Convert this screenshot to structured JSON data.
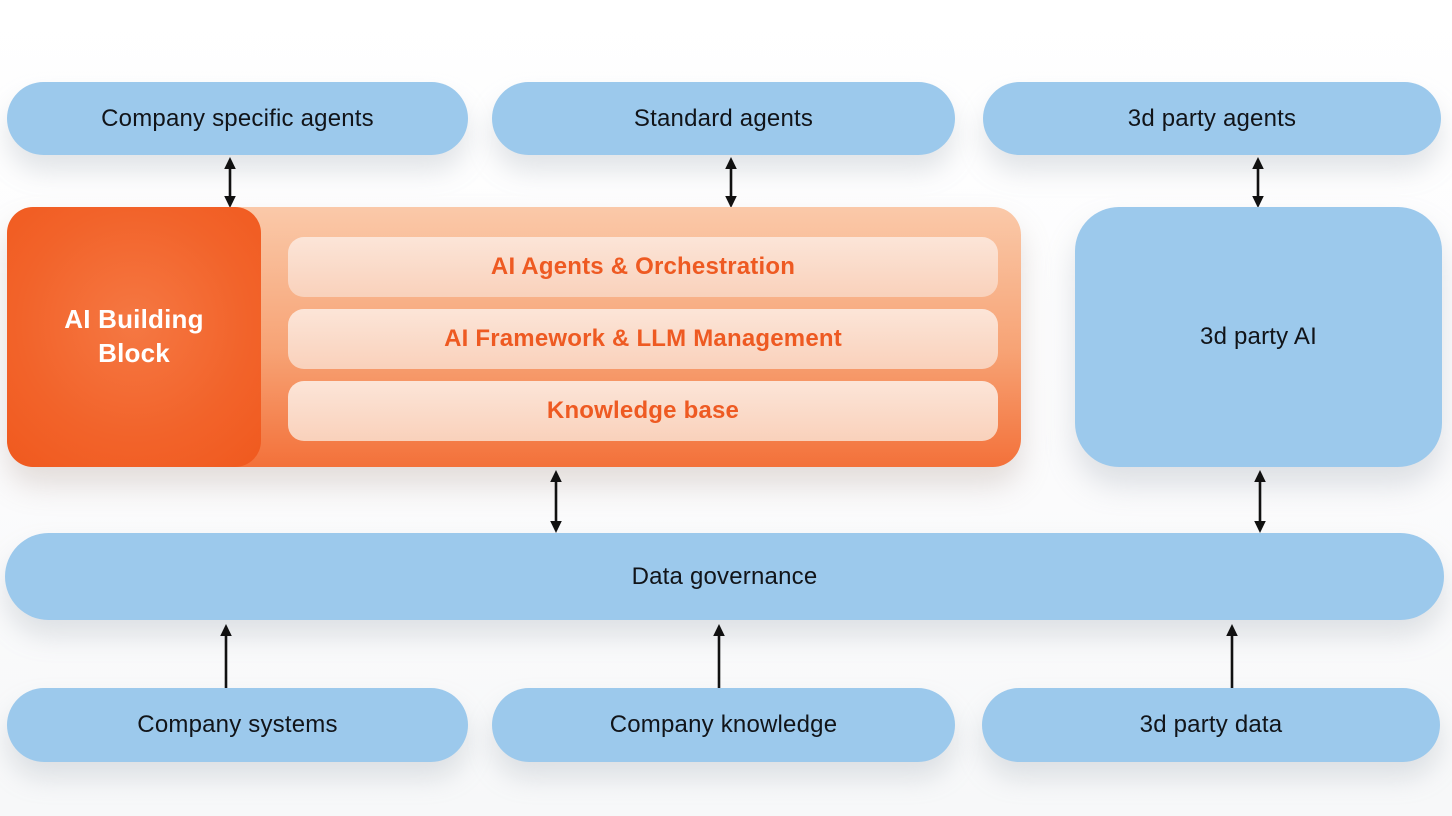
{
  "diagram": {
    "top_row": [
      {
        "label": "Company specific agents"
      },
      {
        "label": "Standard agents"
      },
      {
        "label": "3d party agents"
      }
    ],
    "ai_block": {
      "title": "AI Building Block",
      "layers": [
        {
          "label": "AI Agents & Orchestration"
        },
        {
          "label": "AI Framework & LLM Management"
        },
        {
          "label": "Knowledge base"
        }
      ]
    },
    "third_party_ai": {
      "label": "3d party AI"
    },
    "governance": {
      "label": "Data governance"
    },
    "bottom_row": [
      {
        "label": "Company systems"
      },
      {
        "label": "Company knowledge"
      },
      {
        "label": "3d party data"
      }
    ],
    "connections": [
      {
        "from": "Company specific agents",
        "to": "AI Building Block",
        "type": "bidirectional"
      },
      {
        "from": "Standard agents",
        "to": "AI Building Block",
        "type": "bidirectional"
      },
      {
        "from": "3d party agents",
        "to": "3d party AI",
        "type": "bidirectional"
      },
      {
        "from": "AI Building Block",
        "to": "Data governance",
        "type": "bidirectional"
      },
      {
        "from": "3d party AI",
        "to": "Data governance",
        "type": "bidirectional"
      },
      {
        "from": "Company systems",
        "to": "Data governance",
        "type": "upward"
      },
      {
        "from": "Company knowledge",
        "to": "Data governance",
        "type": "upward"
      },
      {
        "from": "3d party data",
        "to": "Data governance",
        "type": "upward"
      }
    ],
    "colors": {
      "pill_blue": "#9CC9EC",
      "orange_block": "#F0591E",
      "orange_container_top": "#FAC9A9",
      "orange_container_bottom": "#F3713A",
      "layer_pill_bg": "#FBDCCB",
      "layer_text_orange": "#EE5A22",
      "text_dark": "#111419",
      "arrow_black": "#111111"
    }
  }
}
